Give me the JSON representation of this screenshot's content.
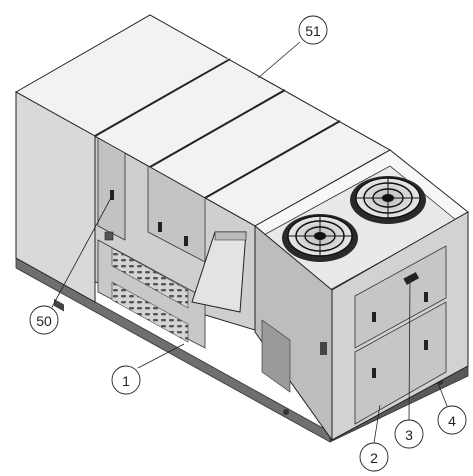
{
  "callouts": {
    "c51": "51",
    "c50": "50",
    "c1": "1",
    "c2": "2",
    "c3": "3",
    "c4": "4"
  }
}
